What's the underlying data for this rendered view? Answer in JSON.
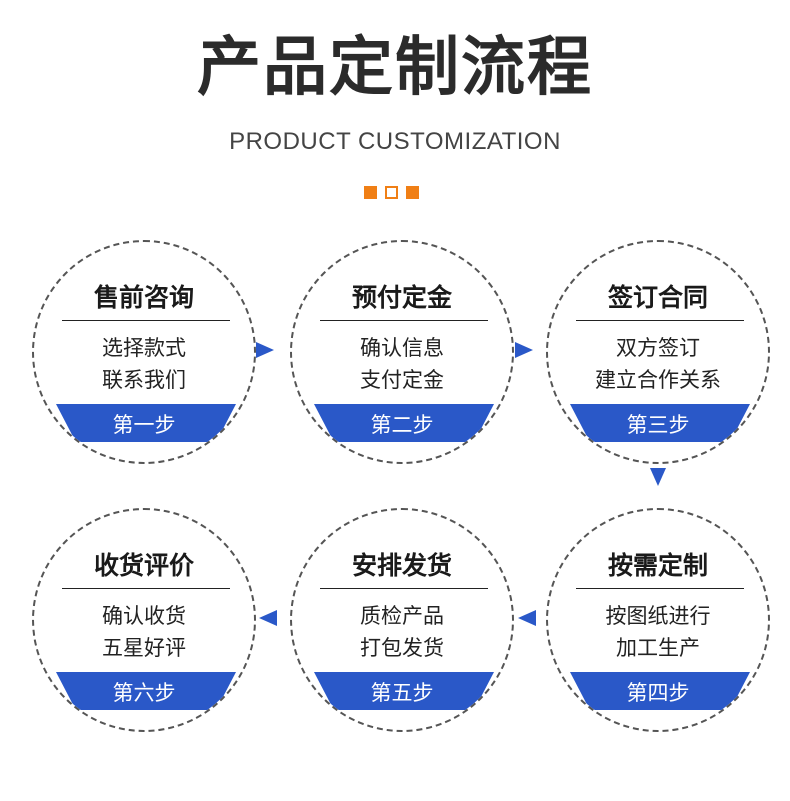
{
  "title": "产品定制流程",
  "subtitle": "PRODUCT CUSTOMIZATION",
  "colors": {
    "accent": "#f07f15",
    "band": "#2a58c8"
  },
  "steps": [
    {
      "title": "售前咨询",
      "line1": "选择款式",
      "line2": "联系我们",
      "badge": "第一步"
    },
    {
      "title": "预付定金",
      "line1": "确认信息",
      "line2": "支付定金",
      "badge": "第二步"
    },
    {
      "title": "签订合同",
      "line1": "双方签订",
      "line2": "建立合作关系",
      "badge": "第三步"
    },
    {
      "title": "按需定制",
      "line1": "按图纸进行",
      "line2": "加工生产",
      "badge": "第四步"
    },
    {
      "title": "安排发货",
      "line1": "质检产品",
      "line2": "打包发货",
      "badge": "第五步"
    },
    {
      "title": "收货评价",
      "line1": "确认收货",
      "line2": "五星好评",
      "badge": "第六步"
    }
  ],
  "arrow_icons": [
    "arrow-right-icon",
    "arrow-right-icon",
    "arrow-down-icon",
    "arrow-left-icon",
    "arrow-left-icon"
  ]
}
